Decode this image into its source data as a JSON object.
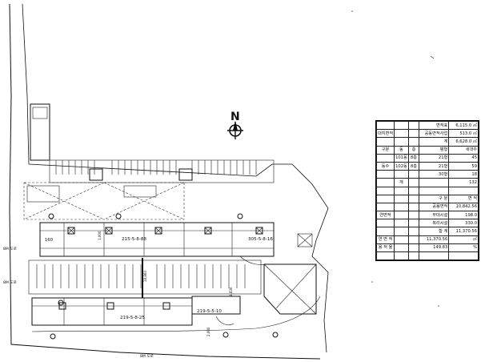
{
  "north_label": "N",
  "site": {
    "building_codes": [
      "215-5-8-88",
      "305-5-8-16",
      "219-5-8-25",
      "219-5-5-10"
    ],
    "unit_no": "160",
    "street_left_1": "8M 도로",
    "street_left_2": "8M 도로",
    "street_bottom": "8M 도로",
    "dim_labels": [
      "18,860",
      "4,830",
      "2,000",
      "1,000"
    ]
  },
  "table": {
    "rows": [
      {
        "c1": "",
        "c2": "",
        "c3": "",
        "c4": "면적표",
        "c5": "6,115.0 ㎡"
      },
      {
        "c1": "대지면적",
        "c2": "",
        "c3": "",
        "c4": "공동면적사업",
        "c5": "513.0 ㎡"
      },
      {
        "c1": "",
        "c2": "",
        "c3": "",
        "c4": "계",
        "c5": "6,628.0 ㎡"
      },
      {
        "c1": "구분",
        "c2": "동",
        "c3": "층",
        "c4": "평형",
        "c5": "세대수"
      },
      {
        "c1": "",
        "c2": "101동",
        "c3": "8층",
        "c4": "21형",
        "c5": "45"
      },
      {
        "c1": "동수",
        "c2": "102동",
        "c3": "8층",
        "c4": "21형",
        "c5": "59"
      },
      {
        "c1": "",
        "c2": "",
        "c3": "",
        "c4": "30형",
        "c5": "18"
      },
      {
        "c1": "",
        "c2": "계",
        "c3": "",
        "c4": "",
        "c5": "132"
      },
      {
        "c1": "",
        "c2": "",
        "c3": "",
        "c4": "",
        "c5": ""
      },
      {
        "c1": "",
        "c2": "",
        "c3": "",
        "c4": "구 분",
        "c5": "면 적"
      },
      {
        "c1": "",
        "c2": "",
        "c3": "",
        "c4": "공용면적",
        "c5": "10,842.56"
      },
      {
        "c1": "연면적",
        "c2": "",
        "c3": "",
        "c4": "부대시설",
        "c5": "198.0"
      },
      {
        "c1": "",
        "c2": "",
        "c3": "",
        "c4": "복리시설",
        "c5": "330.0"
      },
      {
        "c1": "",
        "c2": "",
        "c3": "",
        "c4": "합 계",
        "c5": "11,370.56"
      },
      {
        "c1": "연 면 적",
        "c2": "",
        "c3": "",
        "c4": "11,370.56",
        "c5": "㎡"
      },
      {
        "c1": "용 적 율",
        "c2": "",
        "c3": "",
        "c4": "149.83",
        "c5": "%"
      },
      {
        "c1": "",
        "c2": "",
        "c3": "",
        "c4": "",
        "c5": ""
      }
    ]
  }
}
